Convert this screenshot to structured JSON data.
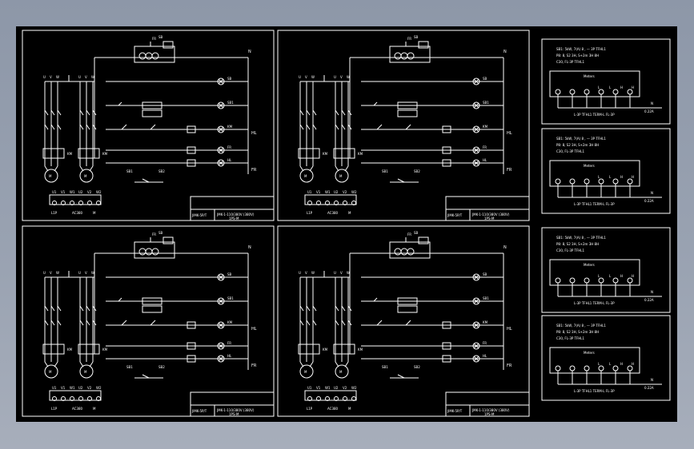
{
  "sheet": {
    "title_block_text": "JMK-1-110/380V (380V)",
    "title_block_sub": "1PS-M",
    "left_code": "JIMK-5P/T",
    "terminal_labels": [
      "U1",
      "V1",
      "W1",
      "U2",
      "V2",
      "W2"
    ],
    "bottom_labels": [
      "L1P",
      "AC380",
      "M"
    ],
    "panel_labels": [
      "SB",
      "SB1",
      "KM",
      "FR",
      "HL"
    ]
  },
  "side_panels": {
    "line1": "SB1: 5kW, 7(A) 8 , — 3P TFHL1",
    "line2": "P8: 8, S2 3H, S+2m 3H 8H",
    "line3": "C30, FL-3P TFHL1",
    "plate": "Meters",
    "pins": [
      "L",
      "L",
      "H",
      "H"
    ],
    "bottom_note": "L-3P TFHL1 TERM-L FL-3P",
    "right_label": "N",
    "current": "0.22A"
  },
  "colors": {
    "lines": "#ffffff",
    "background": "#000000",
    "page": "#9aa3b2"
  }
}
